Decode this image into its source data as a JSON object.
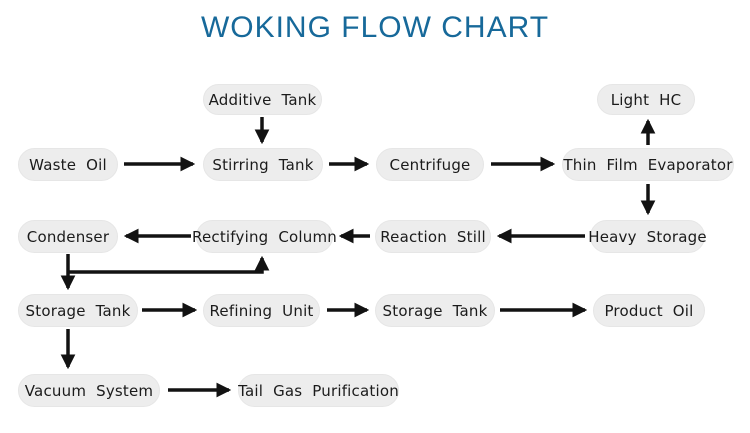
{
  "title": "WOKING FLOW CHART",
  "colors": {
    "title_text": "#17699a",
    "node_background": "#ededed",
    "node_text": "#1b1b1b",
    "arrow": "#121212",
    "page_background": "#ffffff"
  },
  "diagram": {
    "nodes": [
      {
        "id": "additive-tank",
        "label": "Additive Tank"
      },
      {
        "id": "light-hc",
        "label": "Light HC"
      },
      {
        "id": "waste-oil",
        "label": "Waste Oil"
      },
      {
        "id": "stirring-tank",
        "label": "Stirring Tank"
      },
      {
        "id": "centrifuge",
        "label": "Centrifuge"
      },
      {
        "id": "thin-film-evaporator",
        "label": "Thin Film Evaporator"
      },
      {
        "id": "condenser",
        "label": "Condenser"
      },
      {
        "id": "rectifying-column",
        "label": "Rectifying Column"
      },
      {
        "id": "reaction-still",
        "label": "Reaction Still"
      },
      {
        "id": "heavy-storage",
        "label": "Heavy Storage"
      },
      {
        "id": "storage-tank-1",
        "label": "Storage Tank"
      },
      {
        "id": "refining-unit",
        "label": "Refining Unit"
      },
      {
        "id": "storage-tank-2",
        "label": "Storage Tank"
      },
      {
        "id": "product-oil",
        "label": "Product Oil"
      },
      {
        "id": "vacuum-system",
        "label": "Vacuum System"
      },
      {
        "id": "tail-gas-purification",
        "label": "Tail Gas Purification"
      }
    ],
    "edges": [
      {
        "from": "additive-tank",
        "to": "stirring-tank"
      },
      {
        "from": "waste-oil",
        "to": "stirring-tank"
      },
      {
        "from": "stirring-tank",
        "to": "centrifuge"
      },
      {
        "from": "centrifuge",
        "to": "thin-film-evaporator"
      },
      {
        "from": "thin-film-evaporator",
        "to": "light-hc"
      },
      {
        "from": "thin-film-evaporator",
        "to": "heavy-storage"
      },
      {
        "from": "heavy-storage",
        "to": "reaction-still"
      },
      {
        "from": "reaction-still",
        "to": "rectifying-column"
      },
      {
        "from": "rectifying-column",
        "to": "condenser"
      },
      {
        "from": "condenser",
        "to": "storage-tank-1"
      },
      {
        "from": "condenser",
        "to": "rectifying-column"
      },
      {
        "from": "storage-tank-1",
        "to": "refining-unit"
      },
      {
        "from": "refining-unit",
        "to": "storage-tank-2"
      },
      {
        "from": "storage-tank-2",
        "to": "product-oil"
      },
      {
        "from": "storage-tank-1",
        "to": "vacuum-system"
      },
      {
        "from": "vacuum-system",
        "to": "tail-gas-purification"
      }
    ]
  }
}
